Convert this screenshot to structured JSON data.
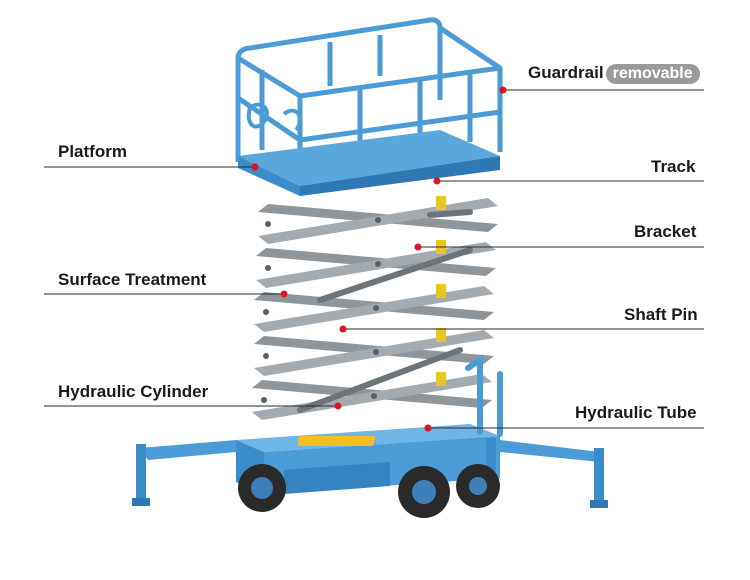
{
  "labels": {
    "guardrail": "Guardrail",
    "removable_badge": "removable",
    "platform": "Platform",
    "track": "Track",
    "bracket": "Bracket",
    "surface_treatment": "Surface Treatment",
    "shaft_pin": "Shaft Pin",
    "hydraulic_cylinder": "Hydraulic Cylinder",
    "hydraulic_tube": "Hydraulic Tube"
  },
  "colors": {
    "machine_blue": "#4b9bd6",
    "machine_blue_dark": "#2f78b4",
    "scissor_gray": "#8e969c",
    "scissor_gray_dark": "#6d7479",
    "callout_dot": "#e0141e",
    "tire": "#2a2a2a"
  }
}
